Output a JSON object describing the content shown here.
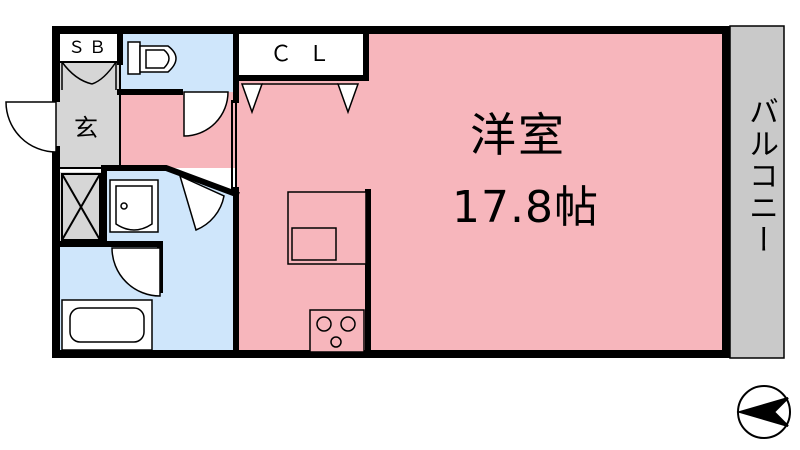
{
  "plan": {
    "room": {
      "name": "洋室",
      "size": "17.8帖"
    },
    "closet": "ＣＬ",
    "shoe_box": "ＳＢ",
    "entrance": "玄",
    "balcony": "バルコニー"
  },
  "colors": {
    "room_pink": "#f7b6bc",
    "wet_blue": "#cfe6fb",
    "entry_gray": "#d6d6d6",
    "balcony_gray": "#c9c9c9",
    "wall": "#000000"
  },
  "icons": [
    "compass-icon"
  ]
}
